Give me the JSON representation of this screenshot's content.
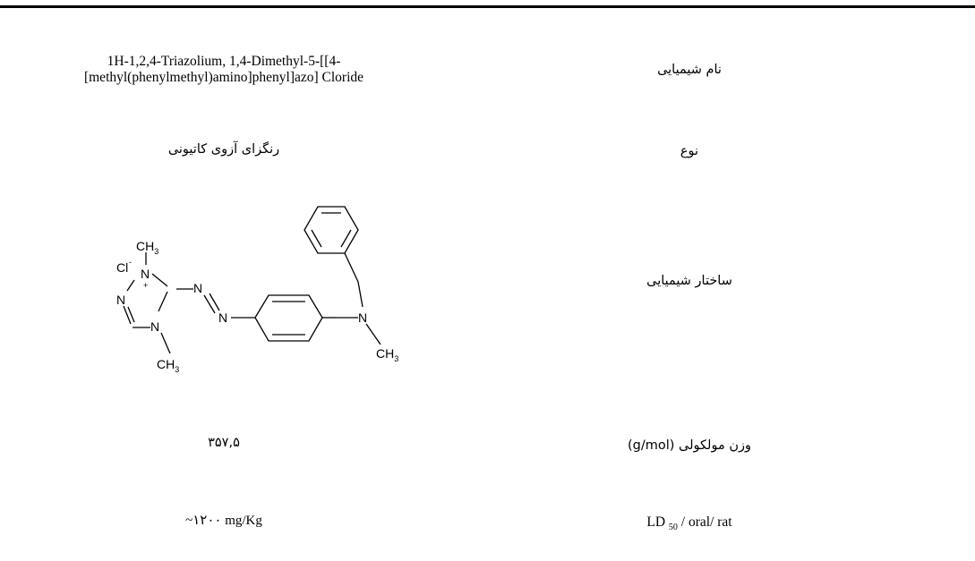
{
  "rows": [
    {
      "label": "نام شیمیایی",
      "value_line1": "1H-1,2,4-Triazolium, 1,4-Dimethyl-5-[[4-",
      "value_line2": "[methyl(phenylmethyl)amino]phenyl]azo] Cloride"
    },
    {
      "label": "نوع",
      "value": "رنگزای آزوی کاتیونی"
    },
    {
      "label": "ساختار شیمیایی",
      "structure_atoms": {
        "cl": "Cl",
        "cl_charge": "-",
        "plus": "+",
        "n1": "N",
        "n2": "N",
        "n3": "N",
        "n_azo1": "N",
        "n_azo2": "N",
        "n_amine": "N",
        "ch": "CH",
        "sub3": "3"
      }
    },
    {
      "label": "وزن مولکولی (g/mol)",
      "value": "۳۵۷,۵"
    },
    {
      "label_main": "LD",
      "label_sub": "50",
      "label_rest": " / oral/ rat",
      "value": "~۱۲۰۰ mg/Kg"
    }
  ]
}
